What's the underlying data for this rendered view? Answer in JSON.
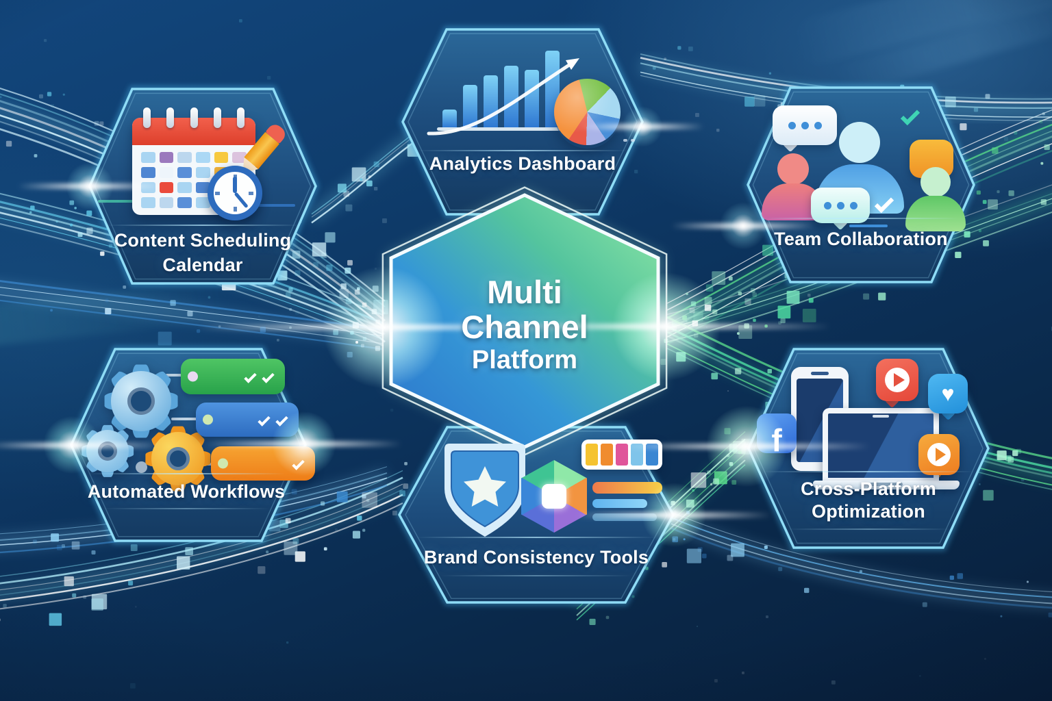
{
  "center": {
    "line1": "Multi",
    "line2": "Channel",
    "line3": "Platform",
    "icon": "central-hexagon-badge"
  },
  "nodes": {
    "scheduling": {
      "label1": "Content Scheduling",
      "label2": "Calendar",
      "icon": "calendar-clock-pencil-icon"
    },
    "analytics": {
      "label": "Analytics Dashboard",
      "icon": "bar-chart-growth-pie-icon"
    },
    "team": {
      "label": "Team Collaboration",
      "icon": "people-chat-checkmark-icon"
    },
    "workflows": {
      "label": "Automated Workflows",
      "icon": "gears-task-checklist-icon"
    },
    "brand": {
      "label": "Brand Consistency Tools",
      "icon": "shield-star-color-palette-icon"
    },
    "cross": {
      "label1": "Cross-Platform",
      "label2": "Optimization",
      "icon": "devices-social-media-icon"
    }
  },
  "glyphs": {
    "facebook": "f",
    "heart": "♥"
  },
  "colors": {
    "background": "#0c325b",
    "hex_fill_top": "#2b6899",
    "hex_fill_bottom": "#143a61",
    "hex_border": "#8fdcf6",
    "center_gradient_start": "#2c74cc",
    "center_gradient_end": "#90e8a4",
    "stream_teal": "#4fe0a4",
    "stream_cyan": "#7fd9ee",
    "label_text": "#ffffff"
  }
}
